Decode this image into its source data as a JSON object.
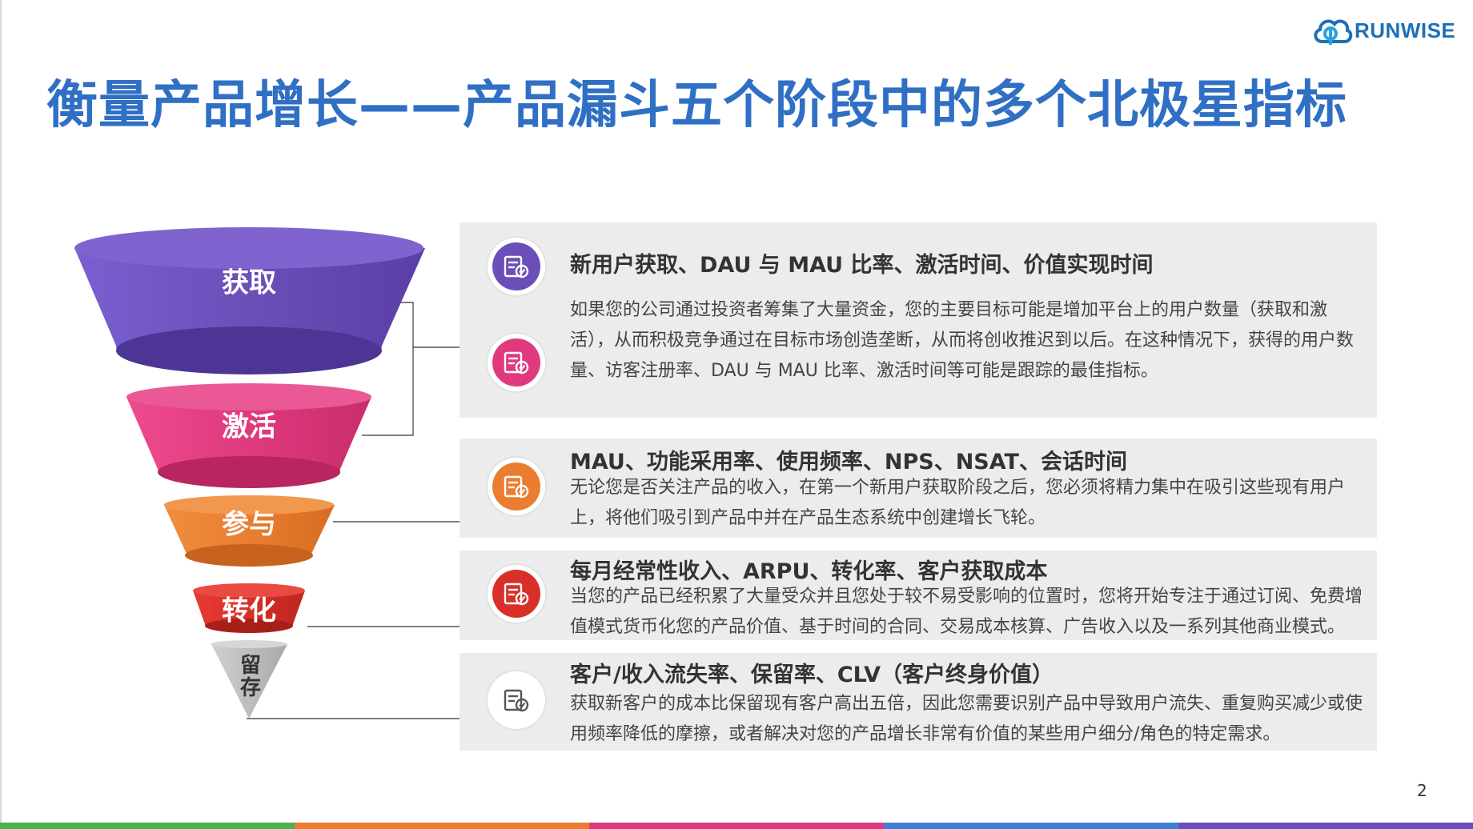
{
  "header": {
    "logo_text": "RUNWISE",
    "title": "衡量产品增长——产品漏斗五个阶段中的多个北极星指标"
  },
  "funnel": {
    "stages": [
      {
        "label": "获取",
        "color": "#6a4fb8"
      },
      {
        "label": "激活",
        "color": "#e03a7e"
      },
      {
        "label": "参与",
        "color": "#ea7d30"
      },
      {
        "label": "转化",
        "color": "#d82f28"
      },
      {
        "label": "留存",
        "color": "#bdbdbd"
      }
    ]
  },
  "panels": [
    {
      "heading": "新用户获取、DAU 与 MAU 比率、激活时间、价值实现时间",
      "body": "如果您的公司通过投资者筹集了大量资金，您的主要目标可能是增加平台上的用户数量（获取和激活），从而积极竞争通过在目标市场创造垄断，从而将创收推迟到以后。在这种情况下，获得的用户数量、访客注册率、DAU 与 MAU 比率、激活时间等可能是跟踪的最佳指标。",
      "icon": "report-check-icon",
      "icon_colors": [
        "#6a4fb8",
        "#e03a7e"
      ]
    },
    {
      "heading": "MAU、功能采用率、使用频率、NPS、NSAT、会话时间",
      "body": "无论您是否关注产品的收入，在第一个新用户获取阶段之后，您必须将精力集中在吸引这些现有用户上，将他们吸引到产品中并在产品生态系统中创建增长飞轮。",
      "icon": "report-check-icon",
      "icon_colors": [
        "#ea7d30"
      ]
    },
    {
      "heading": "每月经常性收入、ARPU、转化率、客户获取成本",
      "body": "当您的产品已经积累了大量受众并且您处于较不易受影响的位置时，您将开始专注于通过订阅、免费增值模式货币化您的产品价值、基于时间的合同、交易成本核算、广告收入以及一系列其他商业模式。",
      "icon": "report-check-icon",
      "icon_colors": [
        "#d82f28"
      ]
    },
    {
      "heading": "客户/收入流失率、保留率、CLV（客户终身价值）",
      "body": "获取新客户的成本比保留现有客户高出五倍，因此您需要识别产品中导致用户流失、重复购买减少或使用频率降低的摩擦，或者解决对您的产品增长非常有价值的某些用户细分/角色的特定需求。",
      "icon": "report-check-icon",
      "icon_colors": [
        "#ffffff"
      ]
    }
  ],
  "footer": {
    "page_number": "2",
    "bar_colors": [
      "#4caf50",
      "#ea7d30",
      "#e03a7e",
      "#3f7fd6",
      "#6a4fb8"
    ]
  }
}
